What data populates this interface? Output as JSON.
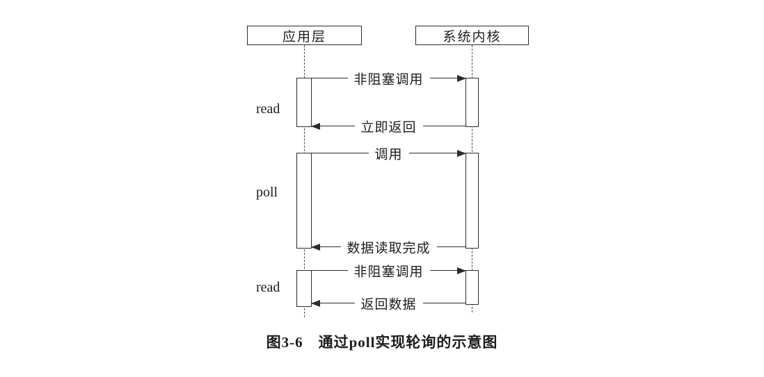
{
  "figure": {
    "caption": "图3-6　通过poll实现轮询的示意图"
  },
  "diagram": {
    "lifelines": [
      {
        "label": "应用层"
      },
      {
        "label": "系统内核"
      }
    ],
    "phases": [
      {
        "label": "read"
      },
      {
        "label": "poll"
      },
      {
        "label": "read"
      }
    ],
    "messages": [
      {
        "label": "非阻塞调用",
        "direction": "right"
      },
      {
        "label": "立即返回",
        "direction": "left"
      },
      {
        "label": "调用",
        "direction": "right"
      },
      {
        "label": "数据读取完成",
        "direction": "left"
      },
      {
        "label": "非阻塞调用",
        "direction": "right"
      },
      {
        "label": "返回数据",
        "direction": "left"
      }
    ]
  }
}
